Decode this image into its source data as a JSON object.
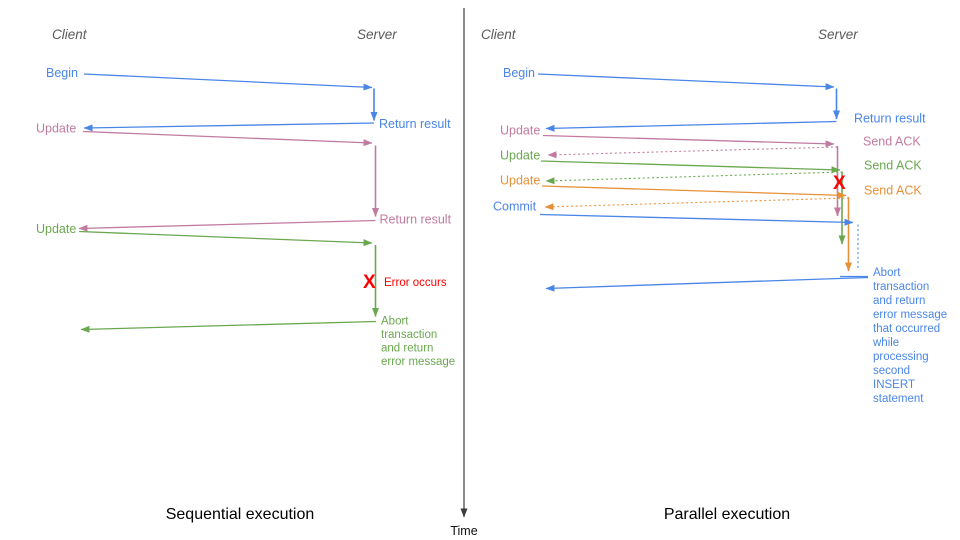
{
  "palette": {
    "blue": "#4a86e8",
    "pink": "#c27ba0",
    "green": "#6aa84f",
    "orange": "#e69138",
    "red": "#ff0000",
    "gray": "#5a5a5a",
    "axis": "#3d3d3d"
  },
  "time_axis": {
    "label": "Time"
  },
  "left": {
    "title": "Sequential execution",
    "client_header": "Client",
    "server_header": "Server",
    "begin_label": "Begin",
    "return_result_1": "Return result",
    "update1_label": "Update",
    "return_result_2": "Return result",
    "update2_label": "Update",
    "error_mark": "X",
    "error_label": "Error occurs",
    "abort_note": "Abort\ntransaction\nand return\nerror message"
  },
  "right": {
    "title": "Parallel execution",
    "client_header": "Client",
    "server_header": "Server",
    "begin_label": "Begin",
    "return_result_1": "Return result",
    "update1_label": "Update",
    "ack1_label": "Send ACK",
    "update2_label": "Update",
    "ack2_label": "Send ACK",
    "update3_label": "Update",
    "ack3_label": "Send ACK",
    "commit_label": "Commit",
    "error_mark": "X",
    "abort_note": "Abort\ntransaction\nand return\nerror message\nthat occurred\nwhile\nprocessing\nsecond\nINSERT\nstatement"
  }
}
